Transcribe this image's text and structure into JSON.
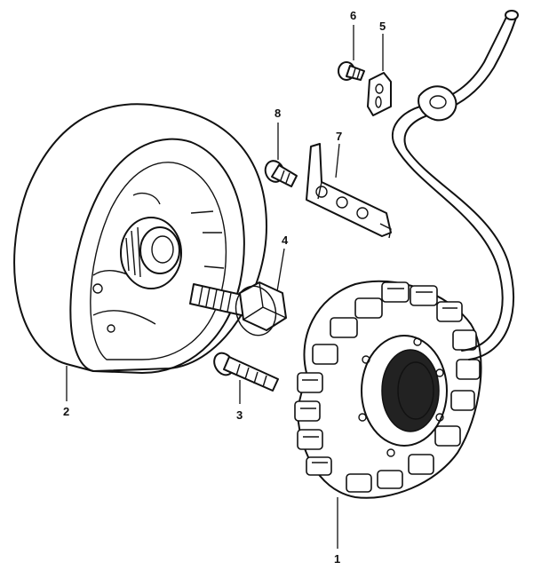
{
  "callouts": [
    {
      "id": "c1",
      "label": "1",
      "part": "stator"
    },
    {
      "id": "c2",
      "label": "2",
      "part": "flywheel-rotor"
    },
    {
      "id": "c3",
      "label": "3",
      "part": "stator-screw"
    },
    {
      "id": "c4",
      "label": "4",
      "part": "rotor-bolt"
    },
    {
      "id": "c5",
      "label": "5",
      "part": "wire-clamp"
    },
    {
      "id": "c6",
      "label": "6",
      "part": "clamp-screw"
    },
    {
      "id": "c7",
      "label": "7",
      "part": "lead-wire-guide-plate"
    },
    {
      "id": "c8",
      "label": "8",
      "part": "guide-plate-screw"
    }
  ]
}
